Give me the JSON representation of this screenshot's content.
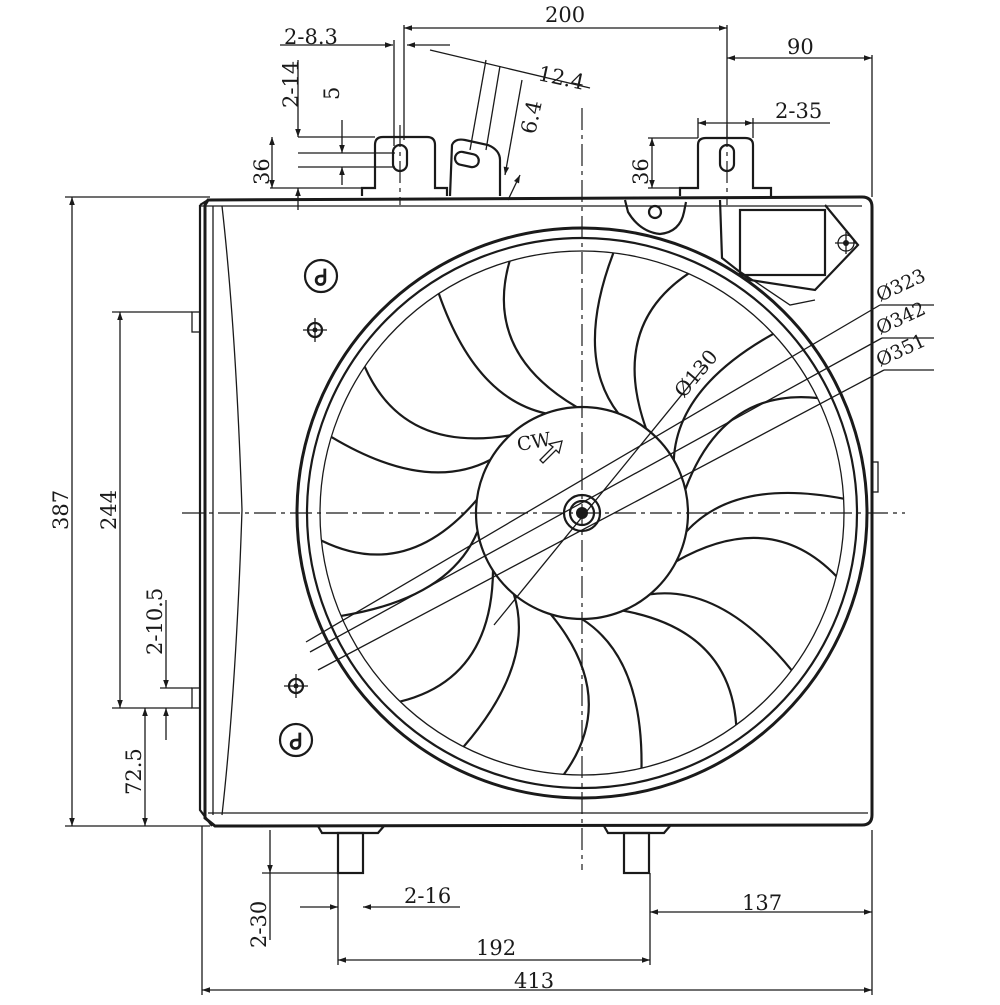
{
  "dimensions": {
    "top_hole_offset": "2-8.3",
    "top_spacing": "200",
    "right_offset": "90",
    "tab_width": "2-14",
    "tab_hole": "5",
    "slot_length": "12.4",
    "slot_width": "6.4",
    "right_slot": "2-35",
    "left_tab_height": "36",
    "right_tab_height": "36",
    "overall_height": "387",
    "side_spacing": "244",
    "side_pin": "2-10.5",
    "side_bottom": "72.5",
    "pin_length": "2-30",
    "pin_dia": "2-16",
    "pin_spacing": "192",
    "overall_width": "413",
    "right_pin_offset": "137"
  },
  "diameters": {
    "hub": "Ø130",
    "d1": "Ø323",
    "d2": "Ø342",
    "d3": "Ø351"
  },
  "rotation": "CW",
  "icons": [
    "fan-blade-icon",
    "rotation-arrow-icon",
    "mounting-boss-icon",
    "clip-marker-icon"
  ]
}
